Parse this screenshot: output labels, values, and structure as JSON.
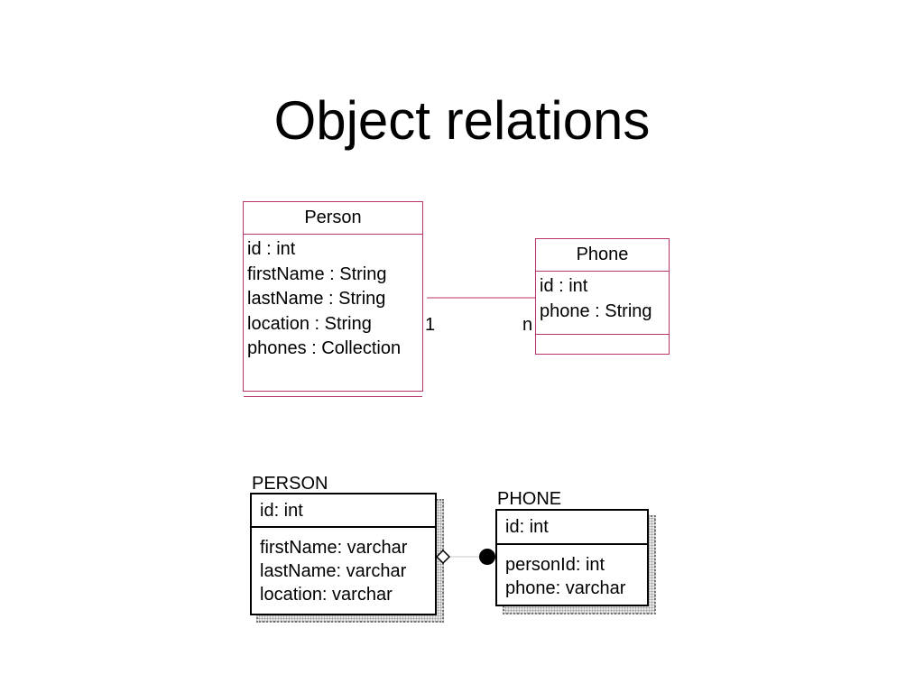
{
  "title": "Object relations",
  "uml": {
    "person": {
      "name": "Person",
      "attributes": [
        "id : int",
        "firstName : String",
        "lastName : String",
        "location : String",
        "phones : Collection"
      ]
    },
    "phone": {
      "name": "Phone",
      "attributes": [
        "id : int",
        "phone : String"
      ]
    },
    "association": {
      "source_multiplicity": "1",
      "target_multiplicity": "n"
    }
  },
  "er": {
    "person": {
      "name": "PERSON",
      "key": "id: int",
      "columns": [
        "firstName: varchar",
        "lastName: varchar",
        "location: varchar"
      ]
    },
    "phone": {
      "name": "PHONE",
      "key": "id: int",
      "columns": [
        "personId: int",
        "phone: varchar"
      ]
    },
    "relationship": {
      "source_end": "open-diamond",
      "target_end": "filled-circle"
    }
  },
  "colors": {
    "uml_border": "#b8336a",
    "er_border": "#000000",
    "shadow": "#9a9a9a"
  }
}
